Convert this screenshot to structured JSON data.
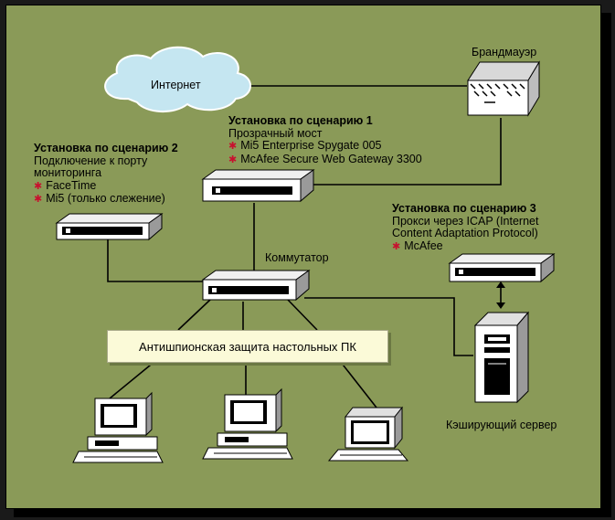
{
  "labels": {
    "internet": "Интернет",
    "firewall": "Брандмауэр",
    "switch": "Коммутатор",
    "cache_server": "Кэширующий сервер",
    "desktop_protection": "Антишпионская защита настольных ПК"
  },
  "scenario1": {
    "title": "Установка по сценарию 1",
    "subtitle": "Прозрачный мост",
    "items": [
      "Mi5 Enterprise Spygate 005",
      "McAfee Secure Web Gateway 3300"
    ]
  },
  "scenario2": {
    "title": "Установка по сценарию 2",
    "subtitle_lines": [
      "Подключение к порту",
      "мониторинга"
    ],
    "items": [
      "FaceTime",
      "Mi5 (только слежение)"
    ]
  },
  "scenario3": {
    "title": "Установка по сценарию 3",
    "subtitle_lines": [
      "Прокси через ICAP (Internet",
      "Content Adaptation Protocol)"
    ],
    "items": [
      "McAfee"
    ]
  },
  "colors": {
    "background": "#8a9a58",
    "bullet": "#c8102e",
    "banner": "#fbfad8",
    "device": "#ffffff",
    "outline": "#000000"
  },
  "icons": [
    "cloud-icon",
    "firewall-icon",
    "network-appliance-icon",
    "switch-icon",
    "server-tower-icon",
    "desktop-computer-icon",
    "laptop-icon"
  ]
}
